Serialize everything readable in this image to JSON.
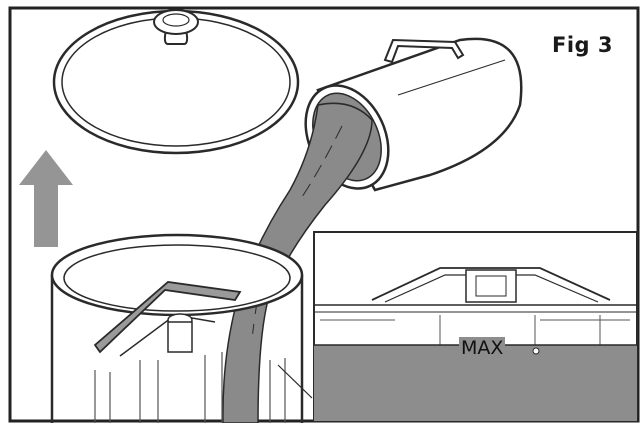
{
  "figure": {
    "label": "Fig 3",
    "max_marker": "MAX"
  },
  "colors": {
    "liquid": "#8a8a8a",
    "arrow": "#959595",
    "line": "#2a2a2a",
    "background": "#ffffff"
  },
  "icons": [
    "up-arrow-icon",
    "lid",
    "pitcher",
    "blender-jar",
    "blade",
    "liquid-stream",
    "zoom-inset"
  ]
}
